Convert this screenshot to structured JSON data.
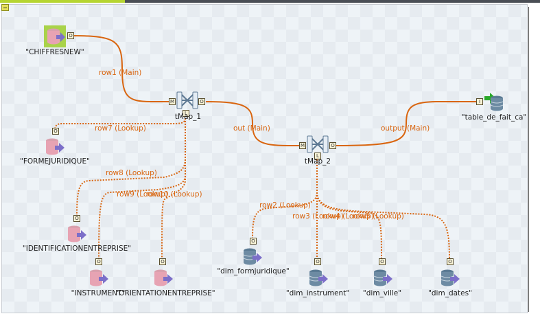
{
  "components": {
    "chiffresnew": "\"CHIFFRESNEW\"",
    "tmap1": "tMap_1",
    "tmap2": "tMap_2",
    "table_fait": "\"table_de_fait_ca\"",
    "formejuridique": "\"FORMEJURIDIQUE\"",
    "identification": "\"IDENTIFICATIONENTREPRISE\"",
    "instrument": "\"INSTRUMENT\"",
    "orientation": "\"ORIENTATIONENTREPRISE\"",
    "dim_formjuridique": "\"dim_formjuridique\"",
    "dim_instrument": "\"dim_instrument\"",
    "dim_ville": "\"dim_ville\"",
    "dim_dates": "\"dim_dates\""
  },
  "flows": {
    "row1": "row1 (Main)",
    "row7": "row7 (Lookup)",
    "row8": "row8 (Lookup)",
    "row9": "row9 (Lookup)",
    "row10": "row10 (Lookup)",
    "out": "out (Main)",
    "output": "output (Main)",
    "row2": "row2 (Lookup)",
    "row3": "row3 (Lookup)",
    "row4": "row4 (Lookup)",
    "row5": "row5 (Lookup)"
  },
  "connectors": {
    "out": "O",
    "main": "M",
    "lookup": "L",
    "in": "I"
  },
  "colors": {
    "link": "#d9650f",
    "input_db": "#e7a3b3",
    "output_db": "#6d8ba3",
    "arrow_in": "#7c6fc9",
    "arrow_out": "#2aa82a",
    "selected": "#a9d34a"
  },
  "icons": {
    "input_db": "database-input-icon",
    "output_db": "database-output-icon",
    "tmap": "tmap-icon"
  }
}
